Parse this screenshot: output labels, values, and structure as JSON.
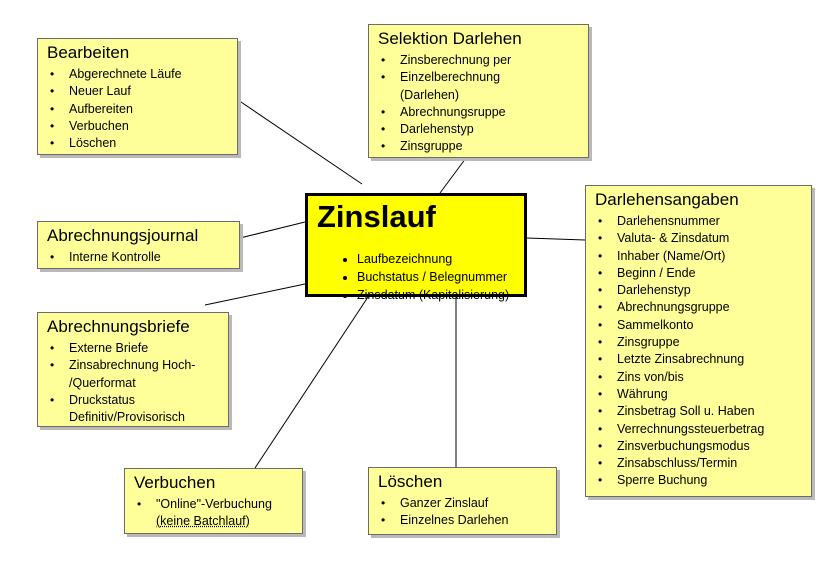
{
  "center": {
    "title": "Zinslauf",
    "items": [
      "Laufbezeichnung",
      "Buchstatus / Belegnummer",
      "Zinsdatum (Kapitalisierung)"
    ]
  },
  "bearbeiten": {
    "title": "Bearbeiten",
    "items": [
      "Abgerechnete Läufe",
      "Neuer Lauf",
      "Aufbereiten",
      "Verbuchen",
      "Löschen"
    ]
  },
  "selektion": {
    "title": "Selektion Darlehen",
    "items": [
      "Zinsberechnung per",
      "Einzelberechnung (Darlehen)",
      "Abrechnungsruppe",
      "Darlehenstyp",
      "Zinsgruppe"
    ]
  },
  "journal": {
    "title": "Abrechnungsjournal",
    "items": [
      "Interne Kontrolle"
    ]
  },
  "briefe": {
    "title": "Abrechnungsbriefe",
    "items": [
      "Externe Briefe",
      "Zinsabrechnung Hoch- /Querformat",
      "Druckstatus Definitiv/Provisorisch"
    ]
  },
  "angaben": {
    "title": "Darlehensangaben",
    "items": [
      "Darlehensnummer",
      "Valuta- & Zinsdatum",
      "Inhaber (Name/Ort)",
      "Beginn / Ende",
      "Darlehenstyp",
      "Abrechnungsgruppe",
      "Sammelkonto",
      "Zinsgruppe",
      "Letzte Zinsabrechnung",
      "Zins von/bis",
      "Währung",
      "Zinsbetrag Soll u. Haben",
      "Verrechnungssteuerbetrag",
      "Zinsverbuchungsmodus",
      "Zinsabschluss/Termin",
      "Sperre Buchung"
    ]
  },
  "verbuchen": {
    "title": "Verbuchen",
    "items": [
      "\"Online\"-Verbuchung",
      "(keine Batchlauf)"
    ]
  },
  "loeschen": {
    "title": "Löschen",
    "items": [
      "Ganzer Zinslauf",
      "Einzelnes Darlehen"
    ]
  }
}
